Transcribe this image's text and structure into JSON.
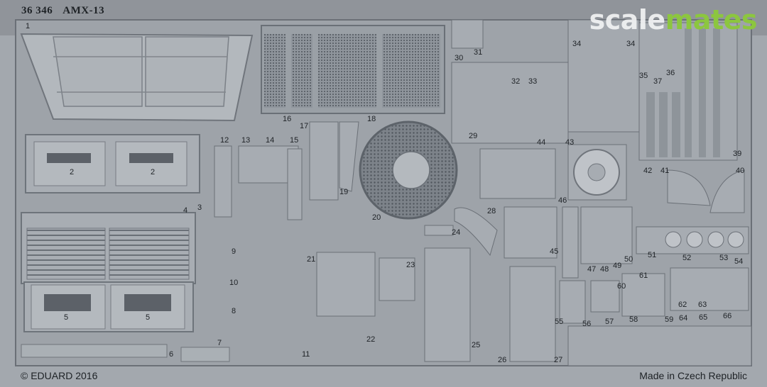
{
  "header": {
    "kit_number": "36 346",
    "kit_name": "AMX-13"
  },
  "watermark": {
    "part1": "scale",
    "part2": "mates"
  },
  "footer": {
    "copyright": "© EDUARD 2016",
    "origin": "Made in Czech Republic"
  },
  "part_labels": [
    "1",
    "2",
    "2",
    "3",
    "4",
    "5",
    "5",
    "6",
    "7",
    "8",
    "9",
    "10",
    "11",
    "12",
    "13",
    "14",
    "15",
    "16",
    "17",
    "18",
    "19",
    "20",
    "21",
    "22",
    "23",
    "24",
    "25",
    "26",
    "27",
    "28",
    "29",
    "30",
    "31",
    "32",
    "33",
    "34",
    "34",
    "35",
    "36",
    "37",
    "39",
    "40",
    "41",
    "42",
    "43",
    "44",
    "45",
    "46",
    "47",
    "48",
    "49",
    "50",
    "51",
    "52",
    "53",
    "54",
    "55",
    "56",
    "57",
    "58",
    "59",
    "60",
    "61",
    "62",
    "63",
    "64",
    "65",
    "66"
  ]
}
